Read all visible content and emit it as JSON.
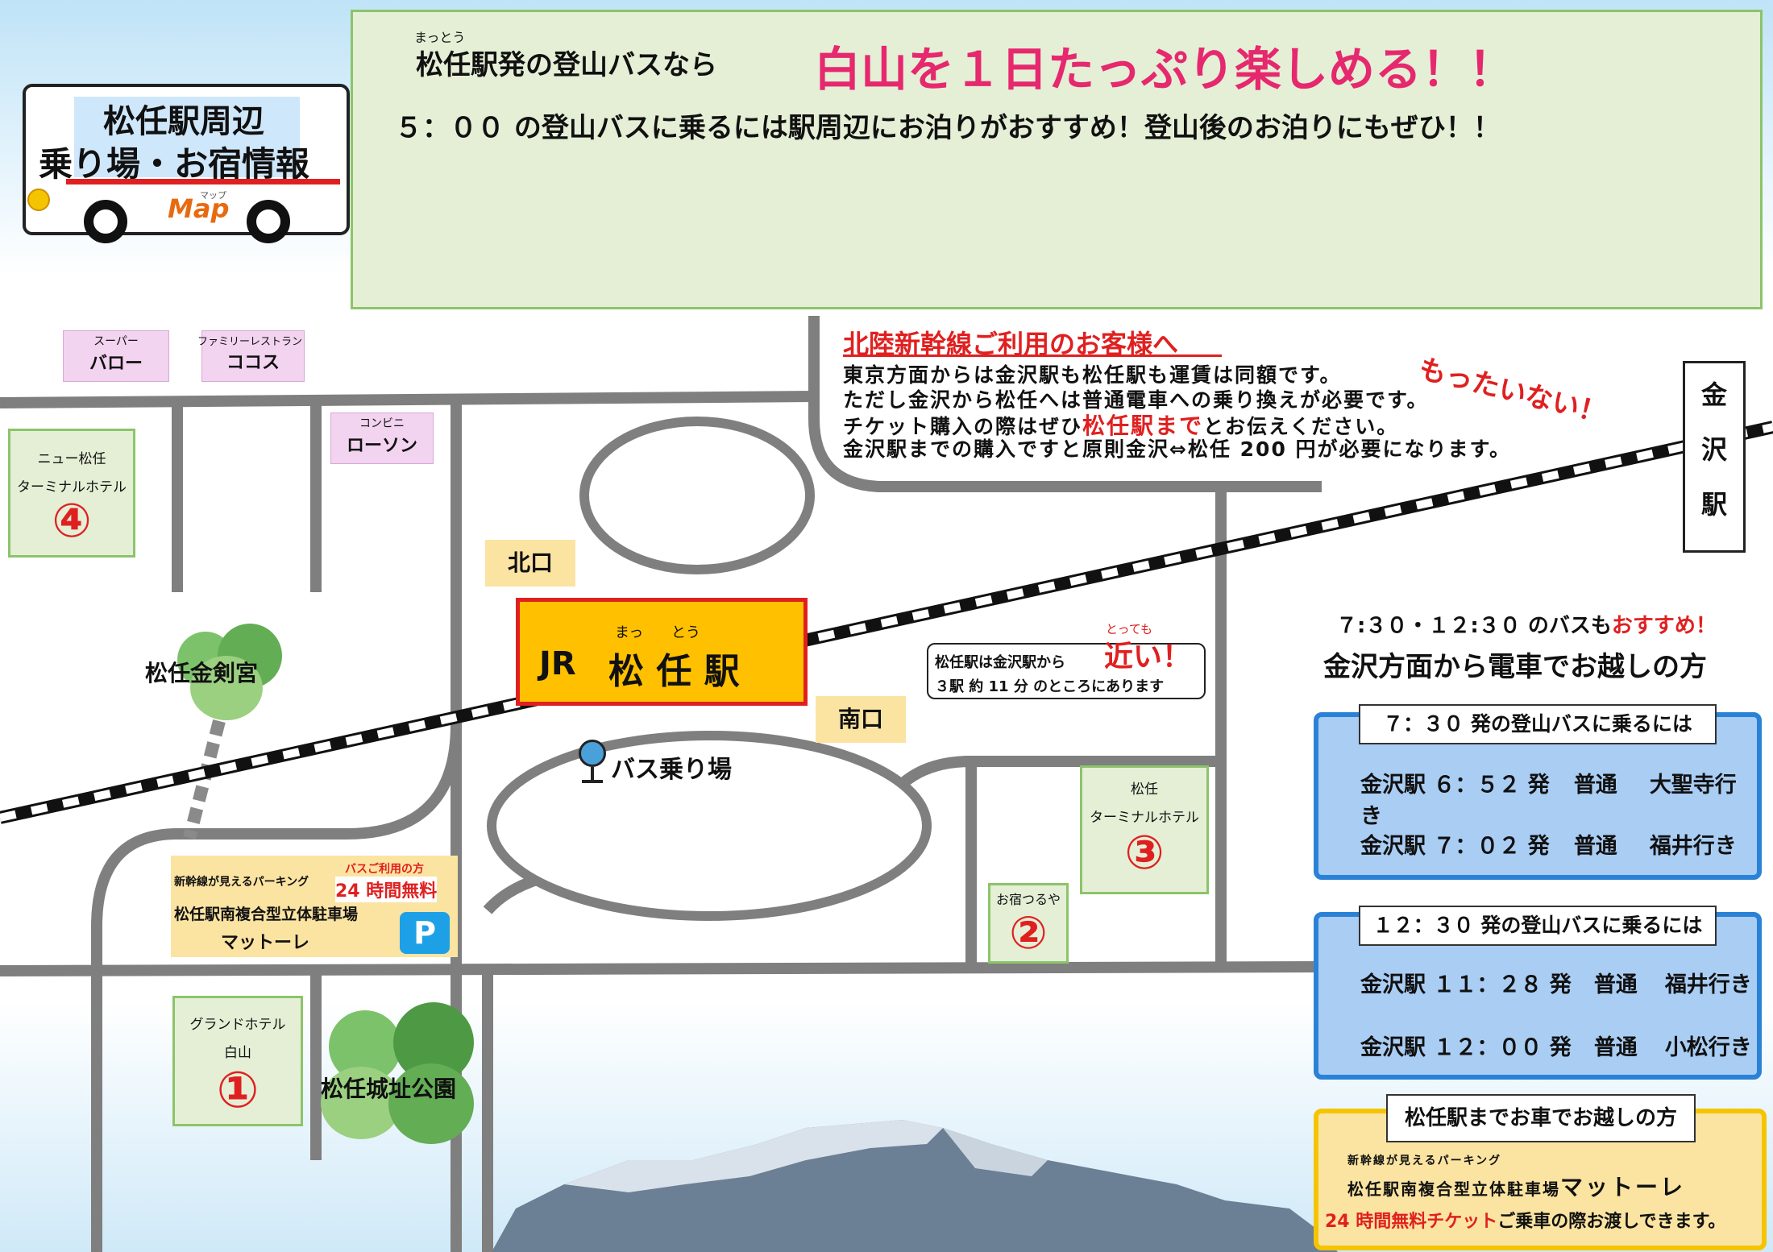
{
  "colors": {
    "accent_red": "#e02020",
    "accent_pink": "#e6286e",
    "sky": "#bfe3f7",
    "road": "#7f7f7f",
    "station_fill": "#ffc000",
    "card_blue": "#2a82d6"
  },
  "title_sign": {
    "line1": "松任駅周辺",
    "line2": "乗り場・お宿情報",
    "map_logo": "Map",
    "map_logo_ruby": "マップ"
  },
  "banner": {
    "ruby": "まっとう",
    "lead": "松任駅発の登山バスなら",
    "headline": "白山を１日たっぷり楽しめる！！",
    "subline": "５：００ の登山バスに乗るには駅周辺にお泊りがおすすめ！登山後のお泊りにもぜひ！！"
  },
  "shinkansen": {
    "title": "北陸新幹線ご利用のお客様へ",
    "line1": "東京方面からは金沢駅も松任駅も運賃は同額です。",
    "line2": "ただし金沢から松任へは普通電車への乗り換えが必要です。",
    "line3a": "チケット購入の際はぜひ",
    "line3b": "松任駅まで",
    "line3c": "とお伝えください。",
    "line4": "金沢駅までの購入ですと原則金沢⇔松任 200 円が必要になります。",
    "callout": "もったいない！"
  },
  "kanazawa_station": {
    "c1": "金",
    "c2": "沢",
    "c3": "駅"
  },
  "stores": {
    "supermarket": {
      "small": "スーパー",
      "name": "バロー"
    },
    "restaurant": {
      "small": "ファミリーレストラン",
      "name": "ココス"
    },
    "konbini": {
      "small": "コンビニ",
      "name": "ローソン"
    }
  },
  "hotels": {
    "h4": {
      "line1": "ニュー松任",
      "line2": "ターミナルホテル",
      "num": "④"
    },
    "h3": {
      "line1": "松任",
      "line2": "ターミナルホテル",
      "num": "③"
    },
    "h2": {
      "line1": "お宿つるや",
      "num": "②"
    },
    "h1": {
      "line1": "グランドホテル",
      "line2": "白山",
      "num": "①"
    }
  },
  "places": {
    "shrine": "松任金剣宮",
    "park": "松任城址公園",
    "north_exit": "北口",
    "south_exit": "南口",
    "bus_stop": "バス乗り場"
  },
  "station": {
    "jr": "JR",
    "name": "松 任 駅",
    "ruby1": "まっ",
    "ruby2": "とう"
  },
  "near_note": {
    "line1": "松任駅は金沢駅から",
    "big": "近い！",
    "ruby": "とっても",
    "line2": "３駅 約 11 分 のところにあります"
  },
  "parking": {
    "small": "新幹線が見えるパーキング",
    "free_label": "バスご利用の方",
    "free": "24 時間無料",
    "name1": "松任駅南複合型立体駐車場",
    "name2": "マットーレ",
    "p": "P"
  },
  "recommend": {
    "times": "７:３０・１２:３０ のバスも",
    "osusume": "おすすめ！",
    "heading": "金沢方面から電車でお越しの方"
  },
  "card1": {
    "title": "７：３０ 発の登山バスに乗るには",
    "rows": [
      {
        "from": "金沢駅 ６：５２ 発",
        "type": "普通",
        "dest": "大聖寺行き"
      },
      {
        "from": "金沢駅 ７：０２ 発",
        "type": "普通",
        "dest": "福井行き"
      }
    ]
  },
  "card2": {
    "title": "１２：３０ 発の登山バスに乗るには",
    "rows": [
      {
        "from": "金沢駅 １１：２８ 発",
        "type": "普通",
        "dest": "福井行き"
      },
      {
        "from": "金沢駅 １２：００ 発",
        "type": "普通",
        "dest": "小松行き"
      }
    ]
  },
  "car_card": {
    "title": "松任駅までお車でお越しの方",
    "small": "新幹線が見えるパーキング",
    "name": "松任駅南複合型立体駐車場",
    "name_big": "マットーレ",
    "free": "24 時間無料チケット",
    "free_tail": "ご乗車の際お渡しできます。"
  }
}
